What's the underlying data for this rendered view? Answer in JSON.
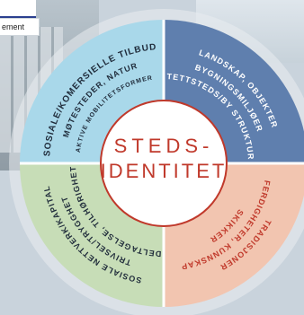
{
  "background": {
    "label_fragment": "ement"
  },
  "center": {
    "line1": "STEDS-",
    "line2": "IDENTITET",
    "color": "#c0392b"
  },
  "colors": {
    "q_top_left": "#a9d8ea",
    "q_top_right": "#5f7fae",
    "q_bottom_right": "#f2c5b0",
    "q_bottom_left": "#c7ddb7",
    "ring": "#e9edf0",
    "text_dark": "#1f2b3a",
    "text_light": "#ffffff",
    "text_red": "#c0392b"
  },
  "quadrants": {
    "top_left": {
      "line1": "SOSIALE/KOMERSIELLE TILBUD",
      "line2": "MØTESTEDER, NATUR",
      "line3": "AKTIVE MOBILITETSFORMER"
    },
    "top_right": {
      "line1": "LANDSKAP, OBJEKTER",
      "line2": "BYGNINGSMILJØER",
      "line3": "TETTSTEDS/BY STRUKTUR"
    },
    "bottom_right": {
      "line1": "TRADISJONER",
      "line2": "FERDIGHETER, KUNNSKAP",
      "line3": "SKIKKER"
    },
    "bottom_left": {
      "line1": "SOSIALE NETTVERK/KAPITAL",
      "line2": "TRIVSEL/TRYGGHET",
      "line3": "DELTAGELSE, TILHØRIGHET"
    }
  }
}
